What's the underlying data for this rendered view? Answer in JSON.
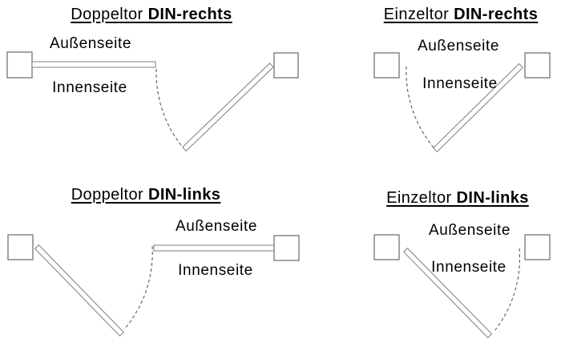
{
  "colors": {
    "outline": "#7d7d7d",
    "leaf_outline": "#888888",
    "arc_dash": "#4d4d4d",
    "text": "#000000",
    "background": "#ffffff"
  },
  "diagrams": [
    {
      "id": "doppeltor-din-rechts",
      "title_normal": "Doppeltor ",
      "title_bold": "DIN-rechts",
      "outside_label": "Außenseite",
      "inside_label": "Innenseite"
    },
    {
      "id": "einzeltor-din-rechts",
      "title_normal": "Einzeltor ",
      "title_bold": "DIN-rechts",
      "outside_label": "Außenseite",
      "inside_label": "Innenseite"
    },
    {
      "id": "doppeltor-din-links",
      "title_normal": "Doppeltor ",
      "title_bold": "DIN-links",
      "outside_label": "Außenseite",
      "inside_label": "Innenseite"
    },
    {
      "id": "einzeltor-din-links",
      "title_normal": "Einzeltor ",
      "title_bold": "DIN-links",
      "outside_label": "Außenseite",
      "inside_label": "Innenseite"
    }
  ]
}
